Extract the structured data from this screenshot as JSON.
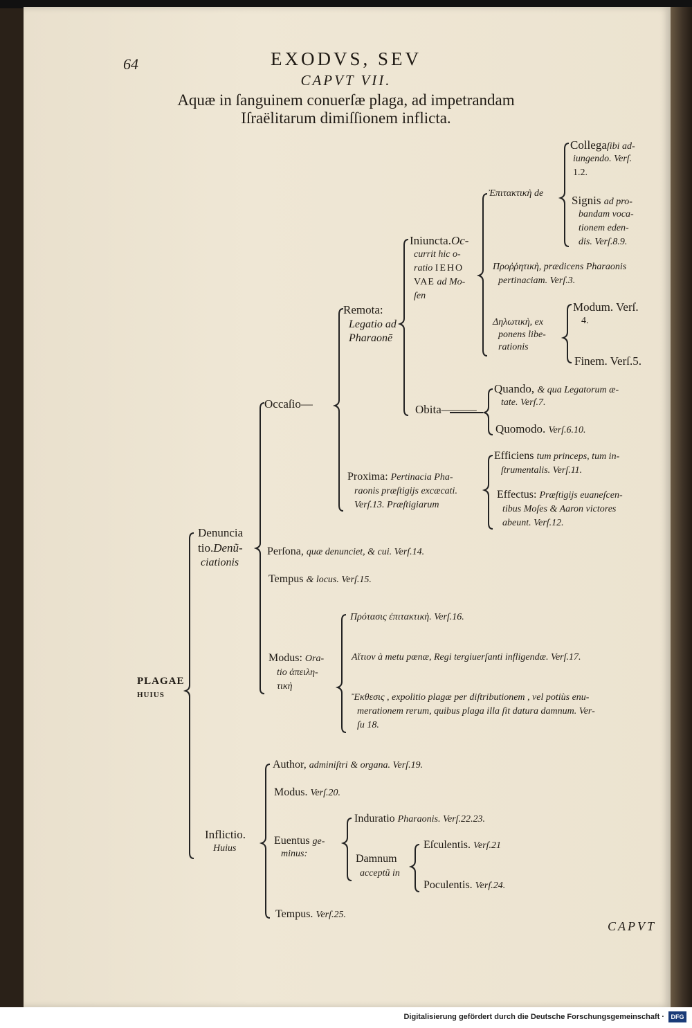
{
  "page": {
    "number": "64",
    "title": "EXODVS, SEV",
    "chapter": "CAPVT VII.",
    "subtitle_line1": "Aquæ in ſanguinem conuerſæ plaga, ad impetrandam",
    "subtitle_line2": "Iſraëlitarum dimiſſionem inflicta.",
    "catchword": "CAPVT"
  },
  "tree": {
    "root": {
      "line1": "PLAGAE",
      "line2": "huius"
    },
    "denunciatio": {
      "line1": "Denuncia",
      "line2": "tio.",
      "line2_it": "Denũ-",
      "line3": "ciationis"
    },
    "occasio": "Occaſio—",
    "remota": {
      "line1": "Remota:",
      "line2": "Legatio ad",
      "line3": "Pharaonē"
    },
    "iniuncta": {
      "line1": "Iniuncta.",
      "line1_it": "Oc-",
      "line2": "currit hic o-",
      "line3": "ratio",
      "line3_caps": "IEHO",
      "line4": "VAE",
      "line4_it": "ad Mo-",
      "line5": "ſen"
    },
    "epitactice": "Ἐπιτακτικὴ de",
    "collega": {
      "line1": "Collega",
      "line1_it": "ſibi ad-",
      "line2": "iungendo. Verſ.",
      "line3": "1.2."
    },
    "signis": {
      "line1": "Signis",
      "line1_it": "ad pro-",
      "line2": "bandam voca-",
      "line3": "tionem eden-",
      "line4": "dis. Verſ.8.9."
    },
    "prorrhetice": {
      "line1": "Προῤῥητικὴ, prædicens Pharaonis",
      "line2": "pertinaciam. Verſ.3."
    },
    "deloticae": {
      "line1": "Δηλωτικὴ, ex",
      "line2": "ponens libe-",
      "line3": "rationis"
    },
    "modum": {
      "line1": "Modum. Verſ.",
      "line2": "4."
    },
    "finem": "Finem. Verſ.5.",
    "obita": "Obita———",
    "quando": {
      "line1": "Quando,",
      "line1_it": "& qua Legatorum æ-",
      "line2": "tate. Verſ.7."
    },
    "quomodo": {
      "text": "Quomodo.",
      "it": "Verſ.6.10."
    },
    "proxima": {
      "line1": "Proxima:",
      "line1_it": "Pertinacia Pha-",
      "line2": "raonis præſtigijs excæcati.",
      "line3": "Verſ.13. Præſtigiarum"
    },
    "efficiens": {
      "line1": "Efficiens",
      "line1_it": "tum princeps, tum in-",
      "line2": "ſtrumentalis. Verſ.11."
    },
    "effectus": {
      "line1": "Effectus:",
      "line1_it": "Præſtigijs euaneſcen-",
      "line2": "tibus Moſes & Aaron victores",
      "line3": "abeunt. Verſ.12."
    },
    "persona": {
      "text": "Perſona,",
      "it": "quæ denunciet, & cui. Verſ.14."
    },
    "tempus_locus": {
      "text": "Tempus",
      "it": "& locus. Verſ.15."
    },
    "modus": {
      "line1": "Modus:",
      "line1_it": "Ora-",
      "line2": "tio ἀπειλη-",
      "line3": "τικὴ"
    },
    "protasis": "Πρότασις ἐπιτακτικὴ. Verſ.16.",
    "aition": "Αἴτιον à metu pœnæ, Regi tergiuerſanti infligendæ. Verſ.17.",
    "ecthesis": {
      "line1": "Ἔκθεσις , expolitio plagæ per diſtributionem , vel potiùs enu-",
      "line2": "merationem rerum, quibus plaga illa ſit datura damnum. Ver-",
      "line3": "ſu 18."
    },
    "inflictio": {
      "line1": "Inflictio.",
      "line2": "Huius"
    },
    "author": {
      "text": "Author,",
      "it": "adminiſtri & organa. Verſ.19."
    },
    "modus2": {
      "text": "Modus.",
      "it": "Verſ.20."
    },
    "euentus": {
      "line1": "Euentus",
      "line1_it": "ge-",
      "line2": "minus:"
    },
    "induratio": {
      "text": "Induratio",
      "it": "Pharaonis. Verſ.22.23."
    },
    "damnum": {
      "line1": "Damnum",
      "line2": "acceptũ in"
    },
    "esculentis": {
      "text": "Eſculentis.",
      "it": "Verſ.21"
    },
    "poculentis": {
      "text": "Poculentis.",
      "it": "Verſ.24."
    },
    "tempus2": {
      "text": "Tempus.",
      "it": "Verſ.25."
    }
  },
  "footer": {
    "text": "Digitalisierung gefördert durch die Deutsche Forschungsgemeinschaft ·",
    "logo": "DFG"
  }
}
